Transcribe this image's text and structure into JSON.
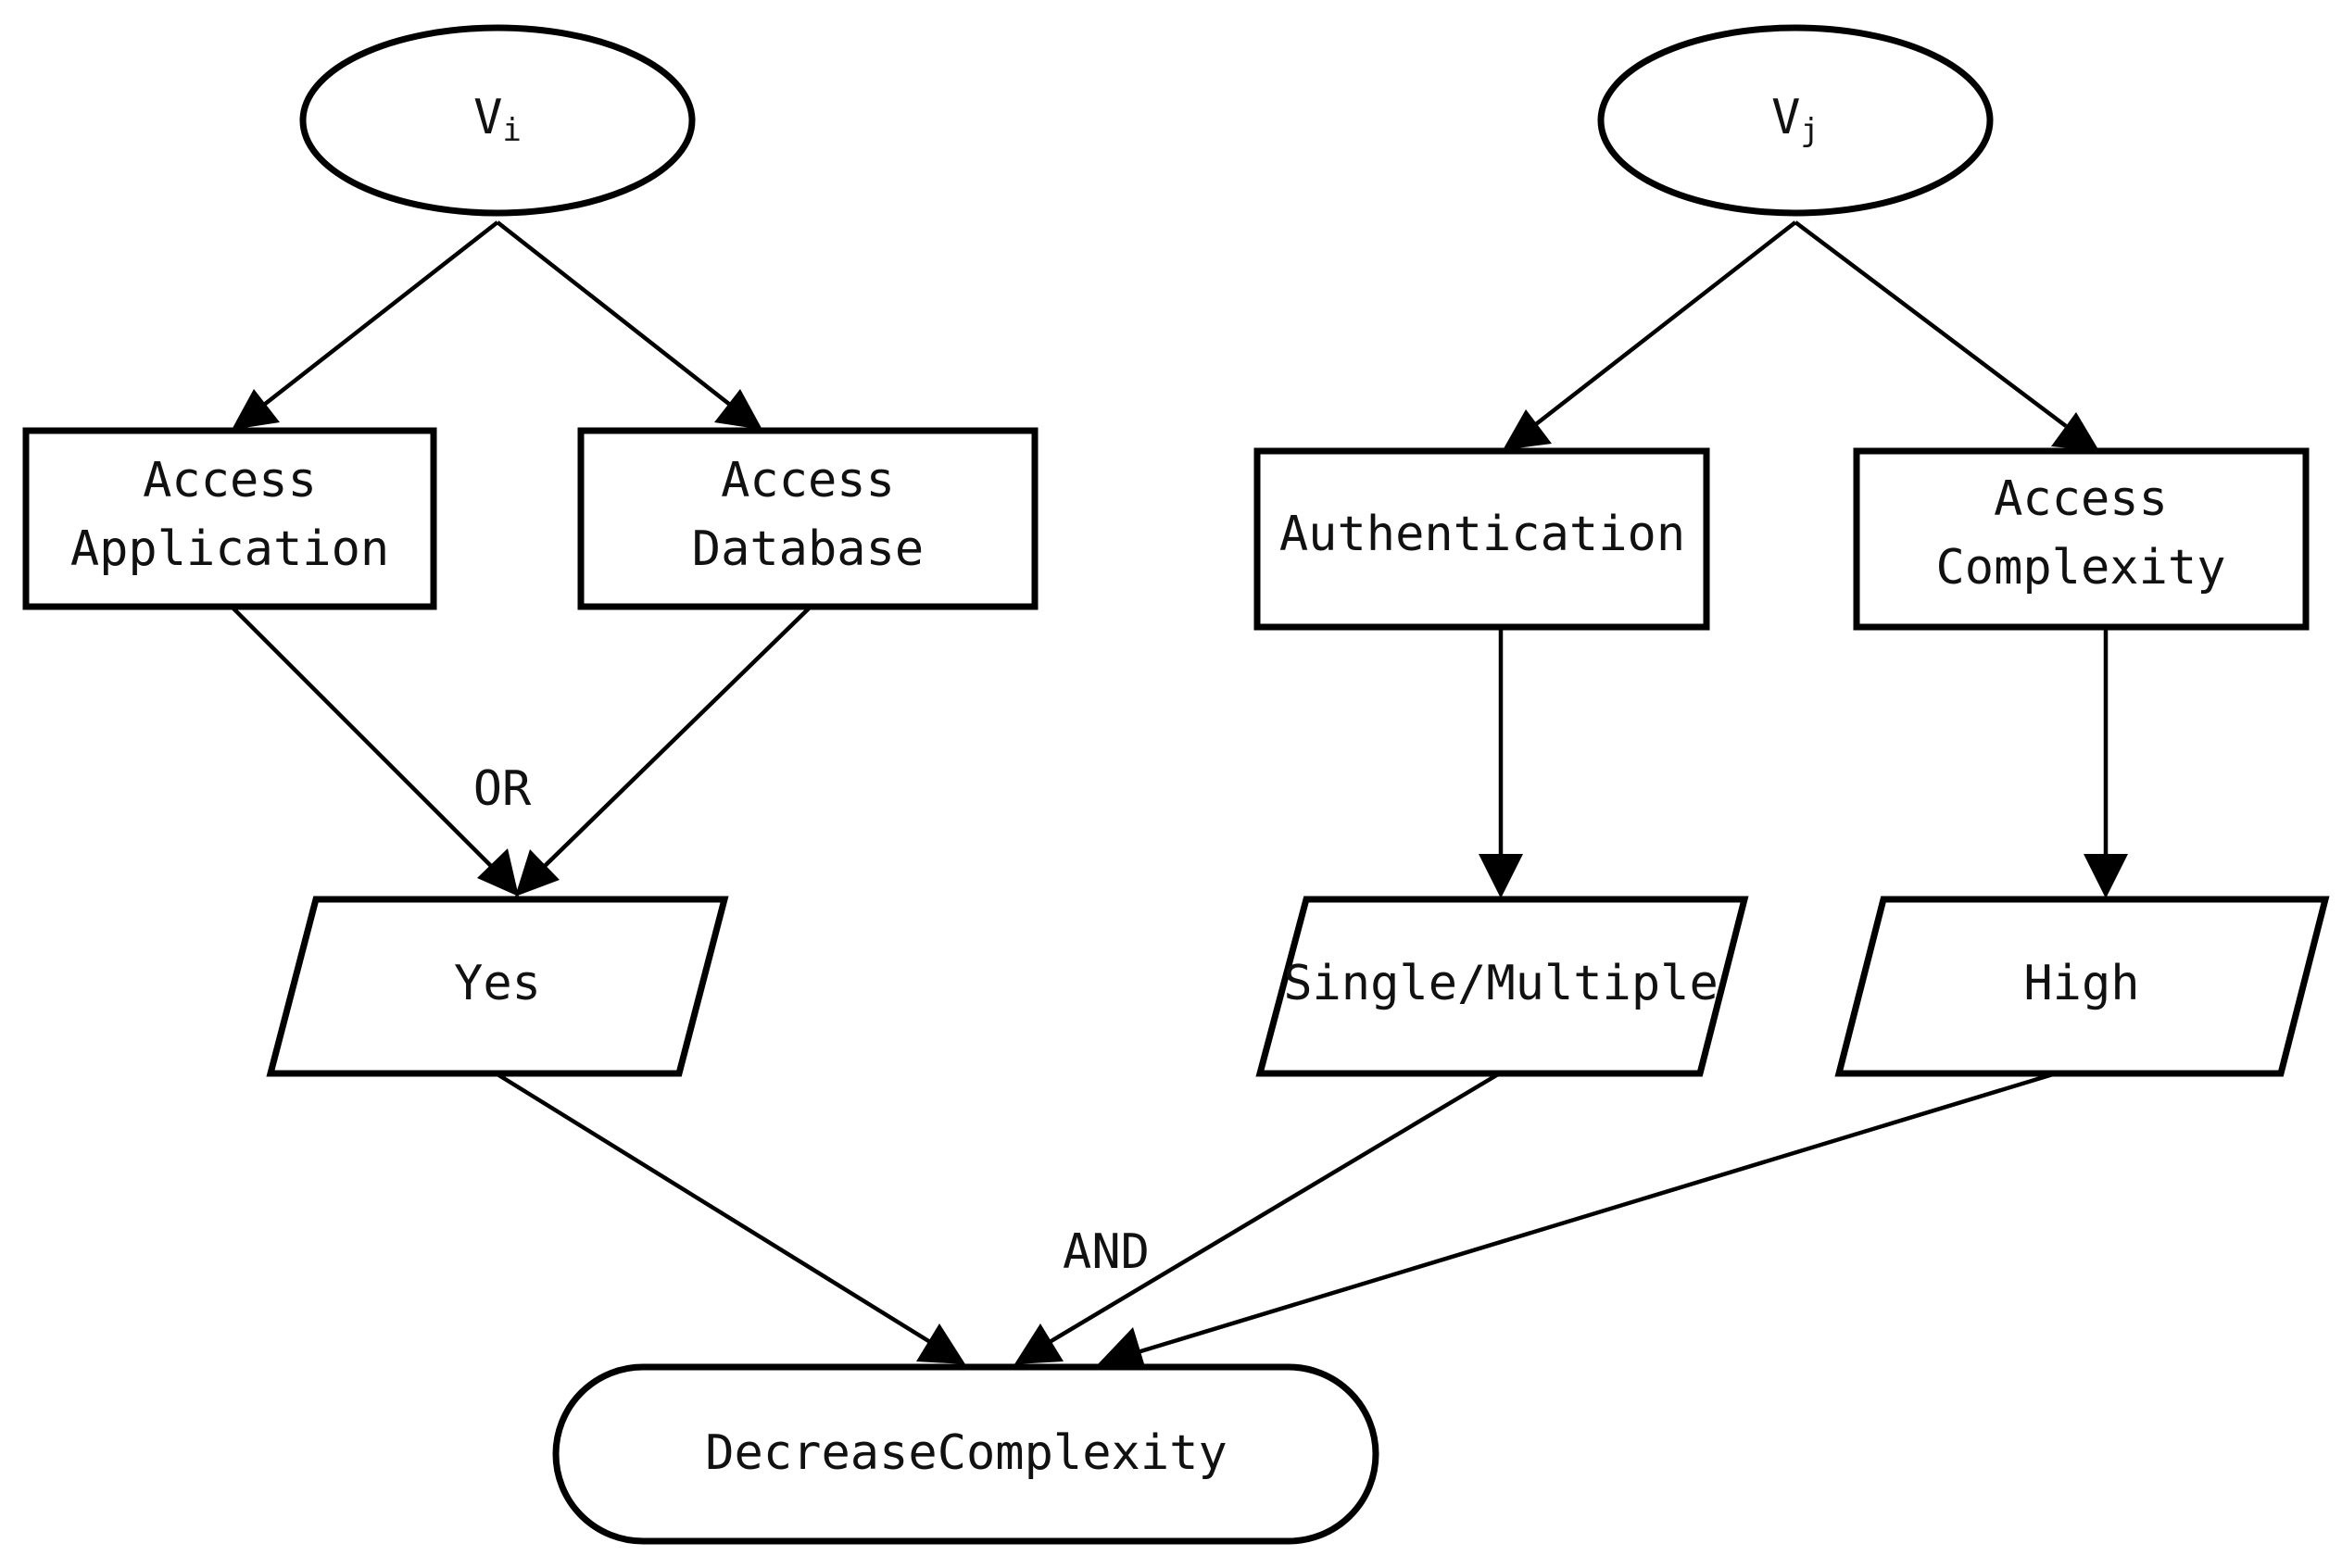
{
  "nodes": {
    "vi": {
      "main": "V",
      "sub": "i"
    },
    "vj": {
      "main": "V",
      "sub": "j"
    },
    "access_application": {
      "line1": "Access",
      "line2": "Application"
    },
    "access_database": {
      "line1": "Access",
      "line2": "Database"
    },
    "authentication": {
      "line1": "Authentication"
    },
    "access_complexity": {
      "line1": "Access",
      "line2": "Complexity"
    },
    "yes": {
      "text": "Yes"
    },
    "single_multiple": {
      "text": "Single/Multiple"
    },
    "high": {
      "text": "High"
    },
    "decrease_complexity": {
      "text": "DecreaseComplexity"
    }
  },
  "labels": {
    "or": "OR",
    "and": "AND"
  },
  "colors": {
    "stroke": "#000000",
    "background": "#ffffff",
    "text": "#111111"
  }
}
